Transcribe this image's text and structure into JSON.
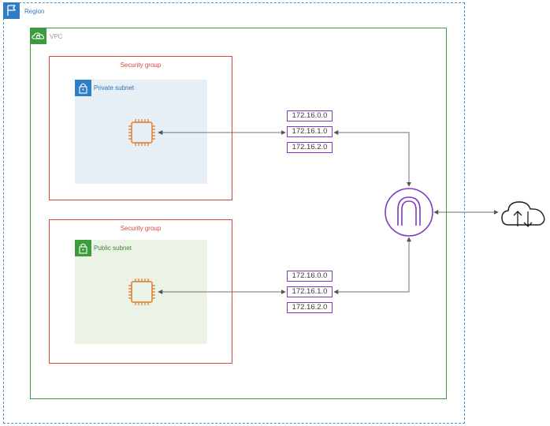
{
  "region": {
    "label": "Region",
    "icon": "region-flag-icon",
    "color": "#2f7ec5"
  },
  "vpc": {
    "label": "VPC",
    "icon": "vpc-cloud-lock-icon",
    "color": "#3c9b3c"
  },
  "security_groups": [
    {
      "label": "Security group",
      "color": "#d9473f"
    },
    {
      "label": "Security group",
      "color": "#d9473f"
    }
  ],
  "subnets": {
    "private": {
      "label": "Private subnet",
      "icon": "lock-icon",
      "color": "#2f7ec5"
    },
    "public": {
      "label": "Public subnet",
      "icon": "lock-icon",
      "color": "#3c9b3c"
    }
  },
  "instances": [
    {
      "icon": "ec2-instance-chip-icon",
      "color": "#e07b29"
    },
    {
      "icon": "ec2-instance-chip-icon",
      "color": "#e07b29"
    }
  ],
  "route_tables": {
    "top": [
      "172.16.0.0",
      "172.16.1.0",
      "172.16.2.0"
    ],
    "bottom": [
      "172.16.0.0",
      "172.16.1.0",
      "172.16.2.0"
    ],
    "color": "#7d3ac1"
  },
  "gateway": {
    "icon": "internet-gateway-icon",
    "color": "#7d3ac1"
  },
  "internet": {
    "icon": "cloud-upload-download-icon"
  }
}
